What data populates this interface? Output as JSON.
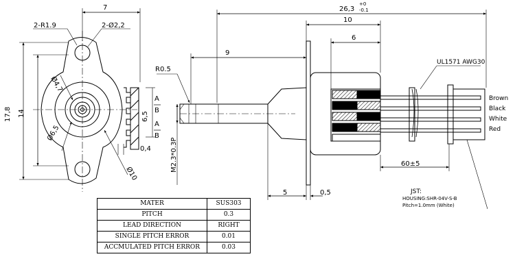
{
  "dimensions": {
    "top_width": "7",
    "hole_radius": "2-R1.9",
    "hole_dia": "2-Ø2,2",
    "overall_height": "17,8",
    "height_14": "14",
    "dia_4_7": "Ø4,7",
    "dia_6_5": "Ø6,5",
    "dia_10": "Ø10",
    "pitch_6_5": "6,5",
    "thickness_0_4": "0,4",
    "r_0_5": "R0.5",
    "shaft_9": "9",
    "thread": "M2.3*0.3P",
    "overall_len": "26,3",
    "tol_upper": "+0",
    "tol_lower": "-0.1",
    "len_10": "10",
    "len_6": "6",
    "len_5": "5",
    "len_0_5": "0,5",
    "lead_len": "60±5"
  },
  "phase_labels": [
    "A",
    "B",
    "A",
    "B"
  ],
  "cable": "UL1571 AWG30",
  "wire_colors": [
    "Brown",
    "Black",
    "White",
    "Red"
  ],
  "connector": {
    "title": "JST:",
    "housing": "HOUSING:SHR-04V-S-B",
    "pitch": "Pitch=1.0mm (White)"
  },
  "spec_table": [
    {
      "label": "MATER",
      "value": "SUS303"
    },
    {
      "label": "PITCH",
      "value": "0.3"
    },
    {
      "label": "LEAD DIRECTION",
      "value": "RIGHT"
    },
    {
      "label": "SINGLE PITCH ERROR",
      "value": "0.01"
    },
    {
      "label": "ACCMULATED PITCH ERROR",
      "value": "0.03"
    }
  ]
}
